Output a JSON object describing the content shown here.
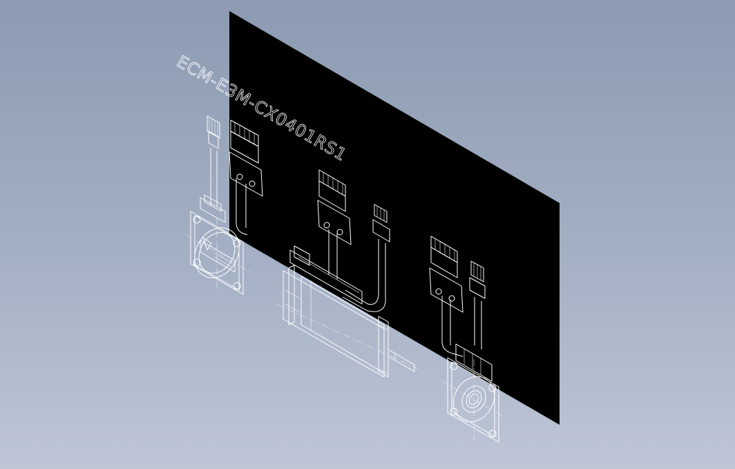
{
  "drawing": {
    "model_label": "ECM-E3M-CX0401RS1",
    "colors": {
      "background_top": "#8c9bb2",
      "background_bottom": "#bec6d6",
      "panel": "#000000",
      "linework": "#ffffff"
    },
    "icons": [
      "servo-motor-front-view",
      "servo-motor-side-view",
      "servo-motor-rear-view",
      "power-connector",
      "encoder-connector",
      "brand-logo-plate"
    ]
  }
}
